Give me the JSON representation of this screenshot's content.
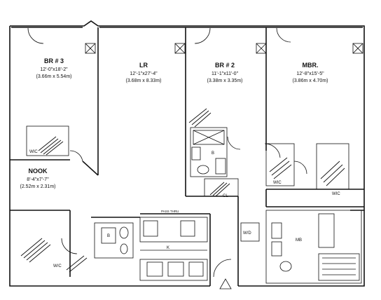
{
  "rooms": {
    "br3": {
      "name": "BR # 3",
      "dim_imperial": "12'-0\"x18'-2\"",
      "dim_metric": "(3.66m x 5.54m)"
    },
    "lr": {
      "name": "LR",
      "dim_imperial": "12'-1\"x27'-4\"",
      "dim_metric": "(3.68m x 8.33m)"
    },
    "br2": {
      "name": "BR # 2",
      "dim_imperial": "11'-1\"x11'-0\"",
      "dim_metric": "(3.38m x 3.35m)"
    },
    "mbr": {
      "name": "MBR.",
      "dim_imperial": "12'-8\"x15'-5\"",
      "dim_metric": "(3.86m x 4.70m)"
    },
    "nook": {
      "name": "NOOK",
      "dim_imperial": "8'-4\"x7'-7\"",
      "dim_metric": "(2.52m x 2.31m)"
    }
  },
  "labels": {
    "wic_br3": "WIC",
    "bath_br2": "B",
    "cl_br2": "CL",
    "wic_mbr_left": "WIC",
    "wic_mbr_right": "WIC",
    "wic_nook": "W/C",
    "bath_center": "B",
    "kitchen": "K",
    "kitchen_note": "PASS THRU",
    "wd": "W/D",
    "mb": "MB"
  },
  "colors": {
    "line": "#111111",
    "background": "#ffffff"
  },
  "icons": {
    "compass": "north-arrow-icon"
  }
}
